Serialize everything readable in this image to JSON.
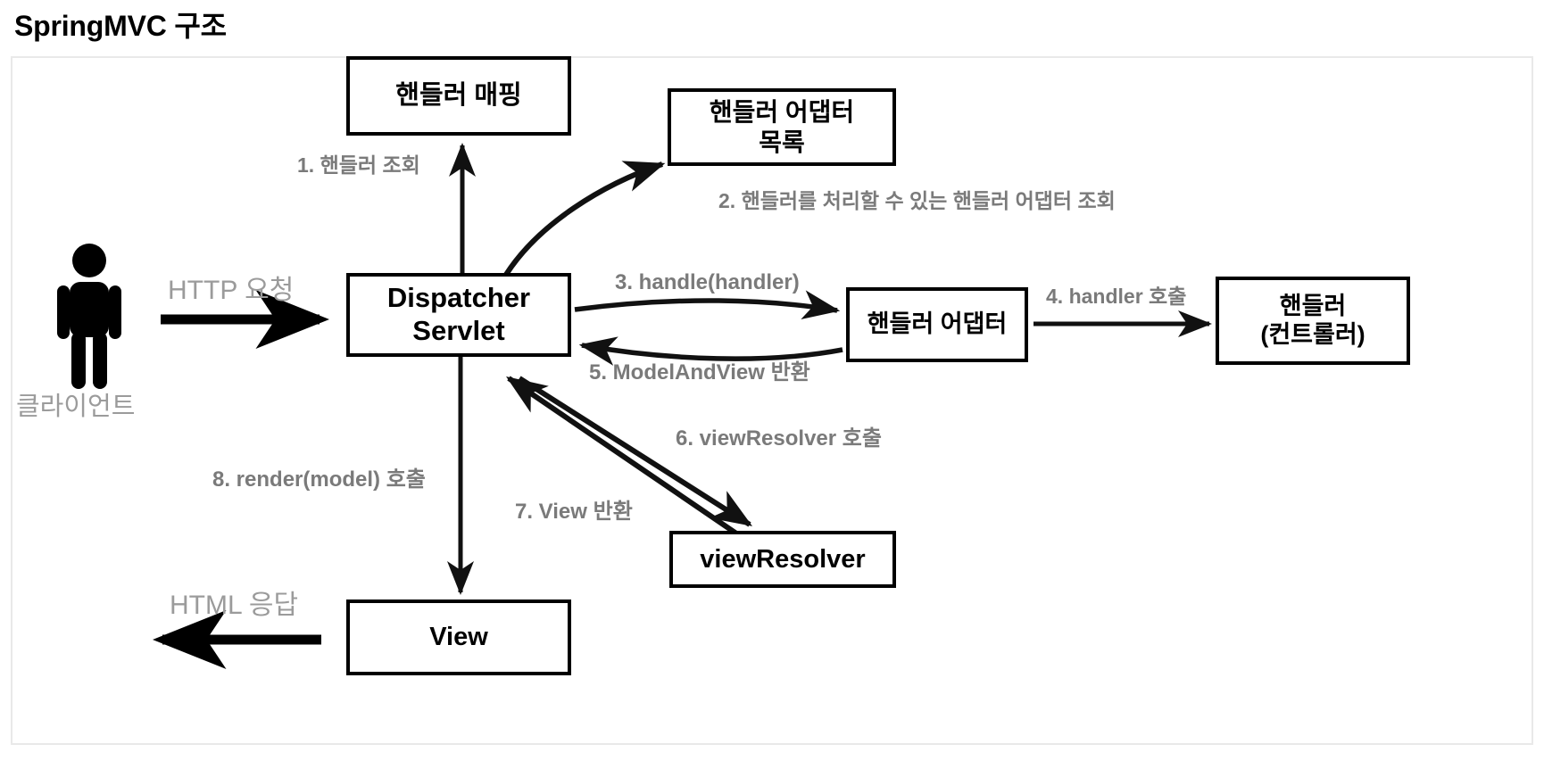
{
  "page": {
    "title": "SpringMVC 구조",
    "title_color": "#000000",
    "frame_border_color": "#e9e9e9",
    "background": "#ffffff",
    "label_color": "#7a7a7a",
    "light_label_color": "#9b9b9b",
    "node_border_color": "#000000"
  },
  "nodes": {
    "handler_mapping": {
      "label": "핸들러 매핑"
    },
    "handler_adapter_list": {
      "label": "핸들러 어댑터\n목록"
    },
    "dispatcher_servlet": {
      "label": "Dispatcher\nServlet"
    },
    "handler_adapter": {
      "label": "핸들러 어댑터"
    },
    "handler_controller": {
      "label": "핸들러\n(컨트롤러)"
    },
    "view_resolver": {
      "label": "viewResolver"
    },
    "view": {
      "label": "View"
    }
  },
  "actors": {
    "client": {
      "label": "클라이언트",
      "icon": "person-icon"
    }
  },
  "edge_labels": {
    "http_request": "HTTP 요청",
    "step1": "1. 핸들러 조회",
    "step2": "2. 핸들러를 처리할 수 있는 핸들러 어댑터 조회",
    "step3": "3. handle(handler)",
    "step4": "4. handler 호출",
    "step5": "5. ModelAndView 반환",
    "step6": "6. viewResolver 호출",
    "step7": "7. View 반환",
    "step8": "8. render(model) 호출",
    "http_response": "HTML 응답"
  }
}
